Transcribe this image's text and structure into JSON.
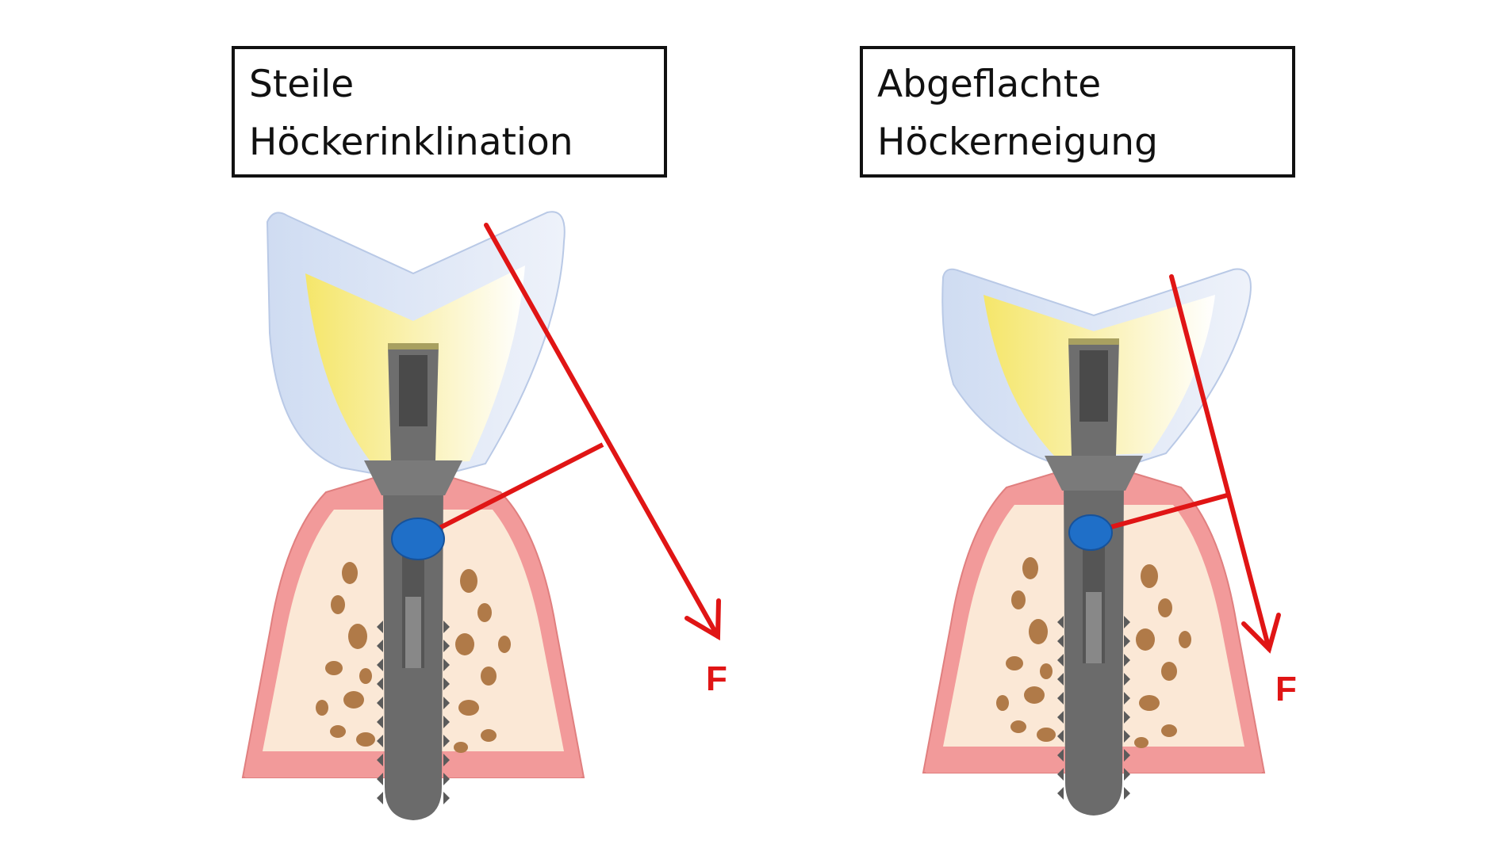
{
  "panels": [
    {
      "title_line1": "Steile",
      "title_line2": "Höckerinklination",
      "force_label": "F"
    },
    {
      "title_line1": "Abgeflachte",
      "title_line2": "Höckerneigung",
      "force_label": "F"
    }
  ],
  "colors": {
    "force": "#e01515",
    "implant": "#6b6b6b",
    "gingiva": "#f29a9a",
    "bone": "#fbe8d6",
    "crown": "#dce6f5",
    "dentin": "#f7ec80",
    "pivot": "#1f6fc8"
  }
}
